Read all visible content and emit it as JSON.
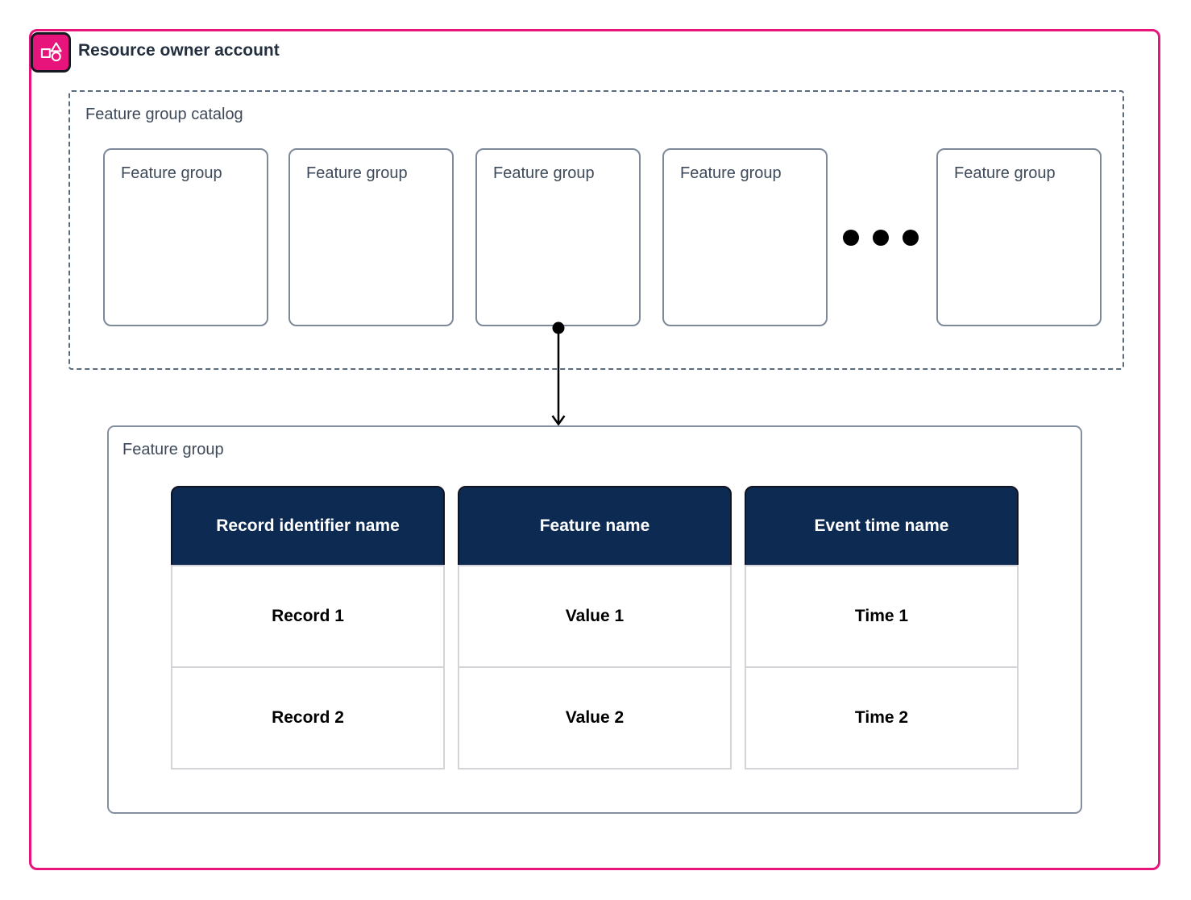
{
  "account": {
    "title": "Resource owner account",
    "icon": "sagemaker-resource-icon",
    "accent_color": "#E7157B"
  },
  "catalog": {
    "label": "Feature group catalog",
    "cards": [
      {
        "label": "Feature group"
      },
      {
        "label": "Feature group"
      },
      {
        "label": "Feature group"
      },
      {
        "label": "Feature group"
      },
      {
        "label": "Feature group"
      }
    ],
    "ellipsis_icon": "more-items-dots"
  },
  "connector": {
    "from": "third feature group card",
    "to": "feature group detail box",
    "style": "down-arrow"
  },
  "detail": {
    "label": "Feature group",
    "header_color": "#0D2B52",
    "table": {
      "columns": [
        {
          "header": "Record identifier name",
          "cells": [
            "Record 1",
            "Record 2"
          ]
        },
        {
          "header": "Feature name",
          "cells": [
            "Value 1",
            "Value 2"
          ]
        },
        {
          "header": "Event time name",
          "cells": [
            "Time 1",
            "Time 2"
          ]
        }
      ]
    }
  }
}
